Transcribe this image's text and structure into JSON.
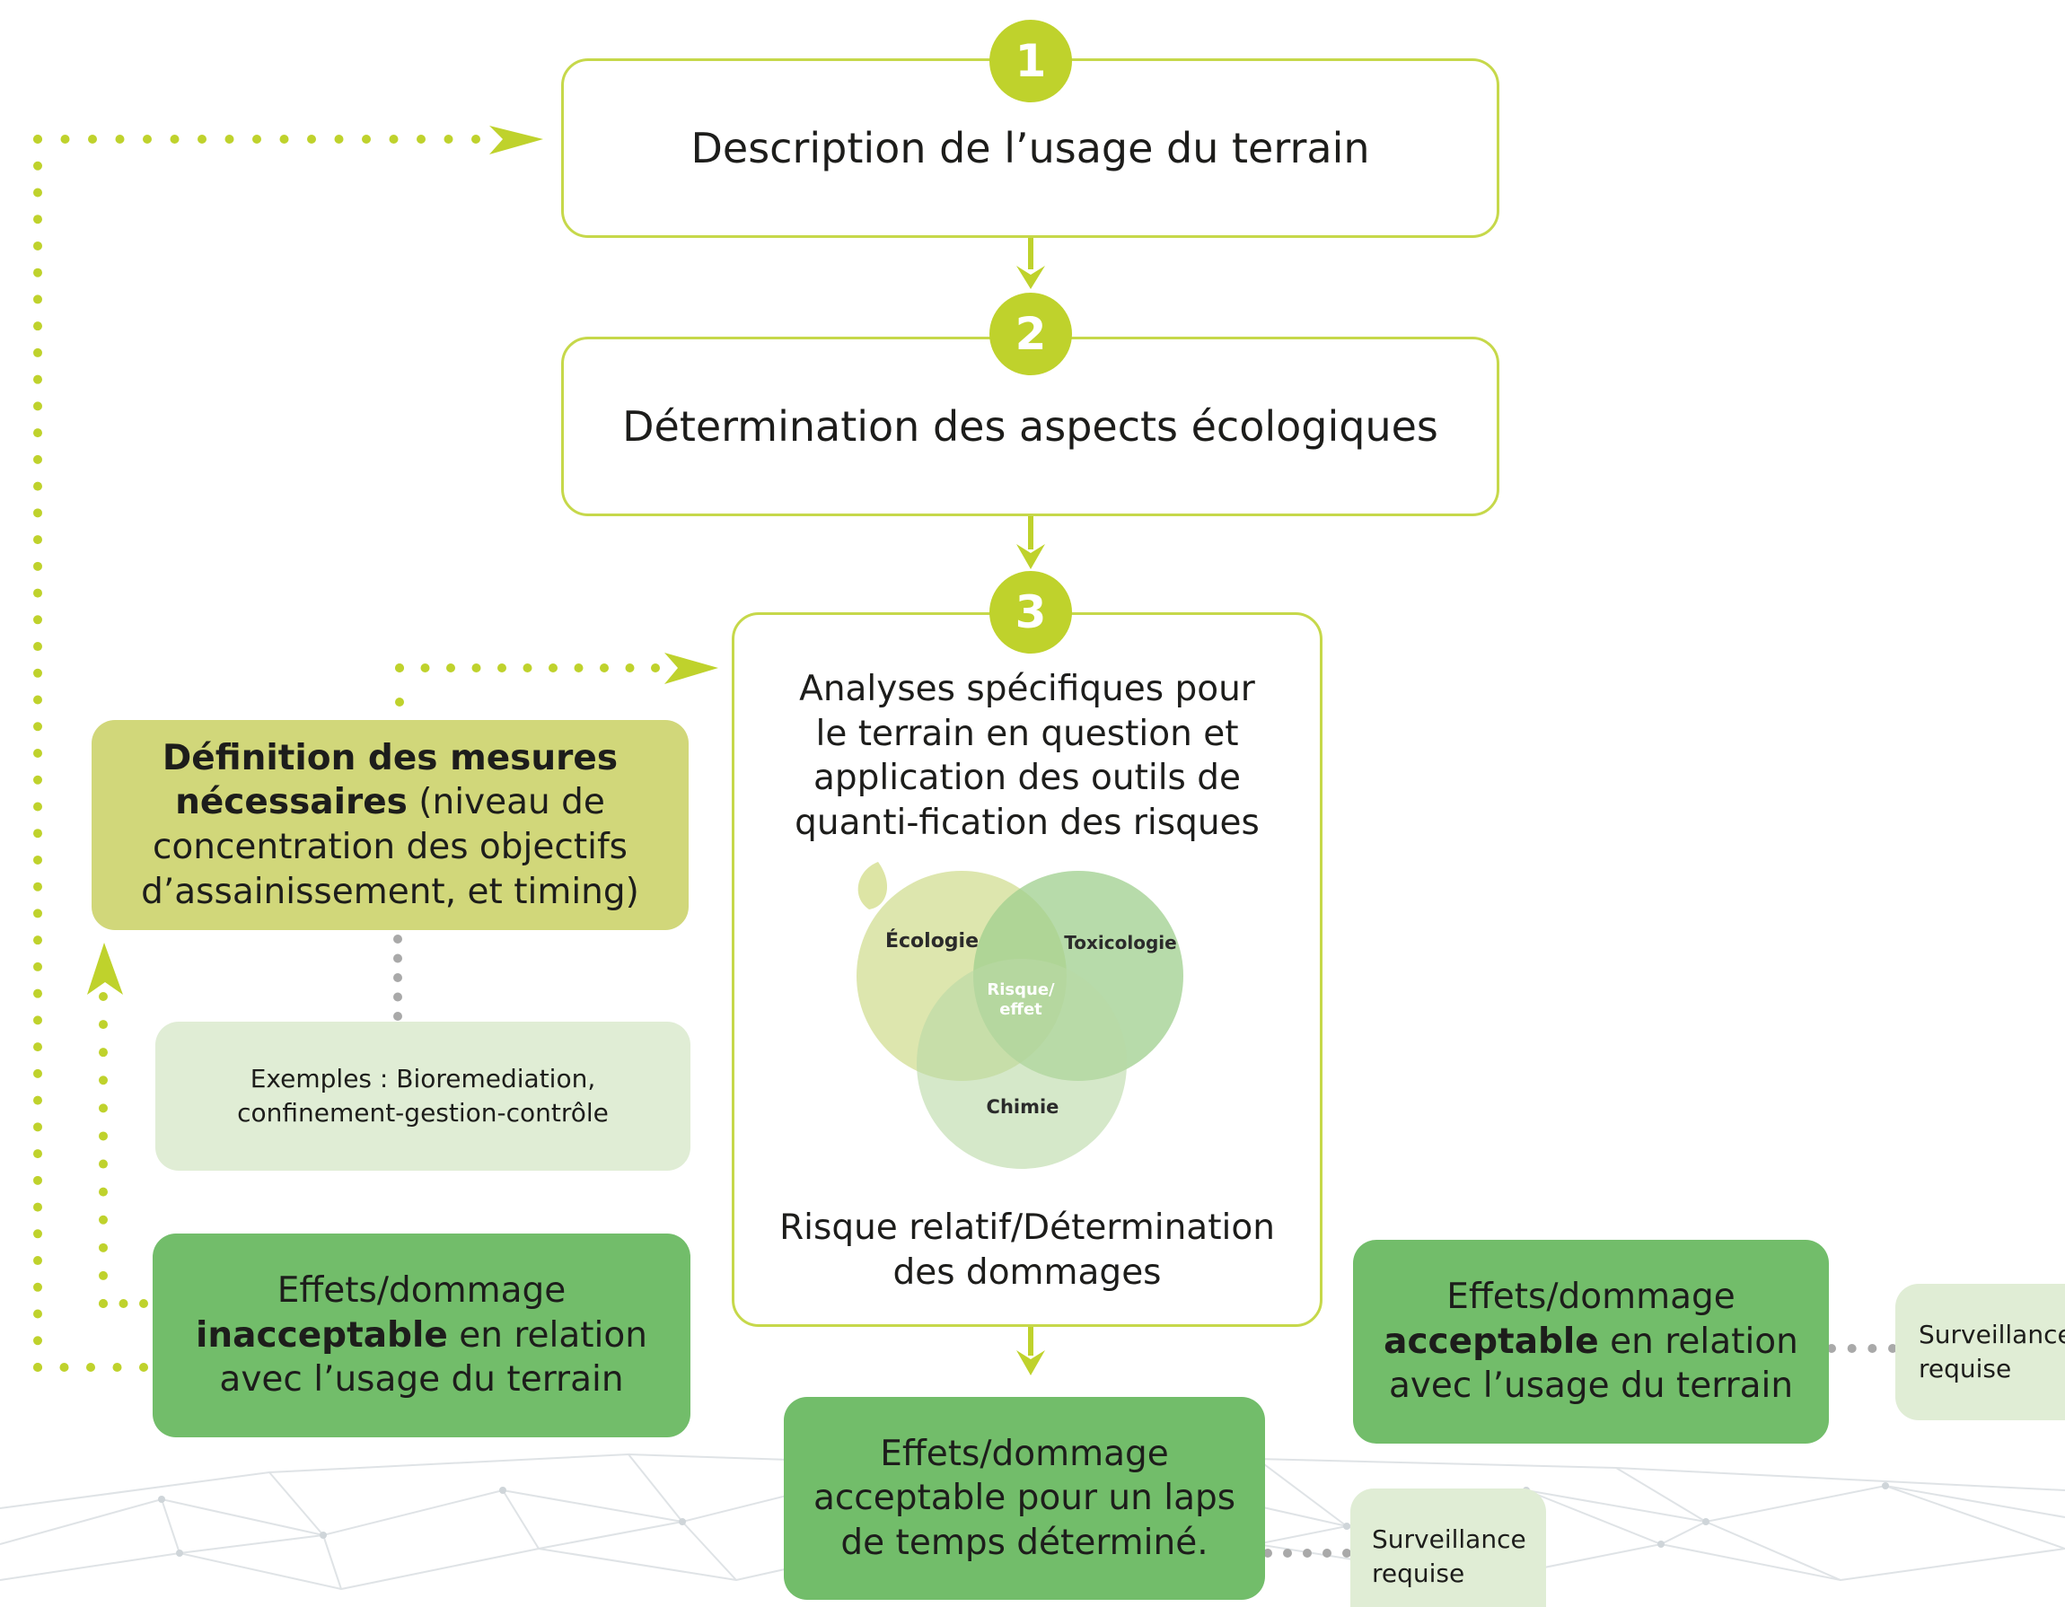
{
  "steps": [
    {
      "number": "1",
      "label": "Description de l’usage du terrain"
    },
    {
      "number": "2",
      "label": "Détermination des aspects écologiques"
    },
    {
      "number": "3",
      "lines": [
        "Analyses spécifiques pour",
        "le terrain en question et",
        "application des outils de",
        "quanti-fication des risques"
      ],
      "result_lines": [
        "Risque relatif/Détermination",
        "des dommages"
      ]
    }
  ],
  "venn": {
    "ecology": "Écologie",
    "toxicology": "Toxicologie",
    "chemistry": "Chimie",
    "center_line1": "Risque/",
    "center_line2": "effet"
  },
  "measures": {
    "bold_line1": "Définition des mesures",
    "bold_part": "nécessaires",
    "rest_line2": " (niveau de",
    "line3": "concentration des objectifs",
    "line4": "d’assainissement, et timing)"
  },
  "examples": {
    "line1": "Exemples : Bioremediation,",
    "line2": "confinement-gestion-contrôle"
  },
  "unacceptable": {
    "line1": "Effets/dommage",
    "bold": "inacceptable",
    "line2_rest": " en relation",
    "line3": "avec l’usage du terrain"
  },
  "acceptable": {
    "line1": "Effets/dommage",
    "bold": "acceptable",
    "line2_rest": " en relation",
    "line3": "avec l’usage du terrain"
  },
  "acceptable_temporary": {
    "line1": "Effets/dommage",
    "line2": "acceptable pour un laps",
    "line3": "de temps déterminé."
  },
  "surveillance_right": {
    "line1": "Surveillance",
    "line2": "requise"
  },
  "surveillance_bottom": {
    "line1": "Surveillance",
    "line2": "requise"
  },
  "colors": {
    "accent": "#bfd22c",
    "green_box": "#72bd6a",
    "olive_box": "#d1d77a",
    "pale_box": "#e0edd5"
  }
}
